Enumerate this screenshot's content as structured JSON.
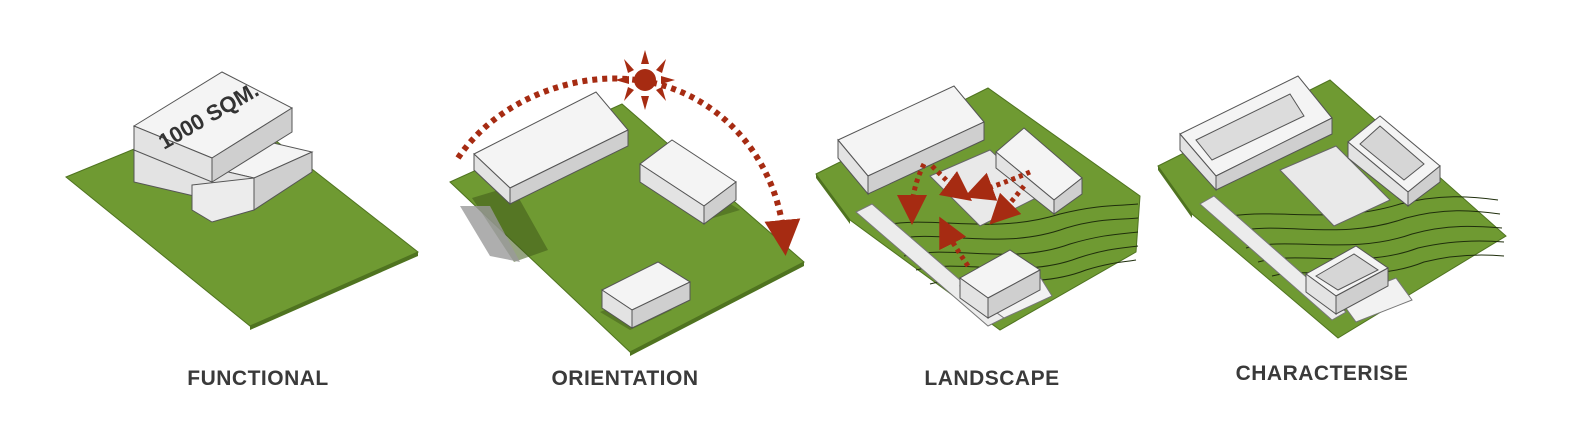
{
  "diagram": {
    "panels": [
      {
        "caption": "FUNCTIONAL",
        "block_label": "1000 SQM."
      },
      {
        "caption": "ORIENTATION"
      },
      {
        "caption": "LANDSCAPE"
      },
      {
        "caption": "CHARACTERISE"
      }
    ],
    "colors": {
      "grass": "#6f9a32",
      "grass_edge": "#4f7320",
      "block_top": "#f4f4f4",
      "block_left": "#e3e3e3",
      "block_right": "#cfcfcf",
      "outline": "#555555",
      "accent": "#a62b12",
      "shadow": "#3f5a1a",
      "caption": "#3a3a3a"
    }
  }
}
